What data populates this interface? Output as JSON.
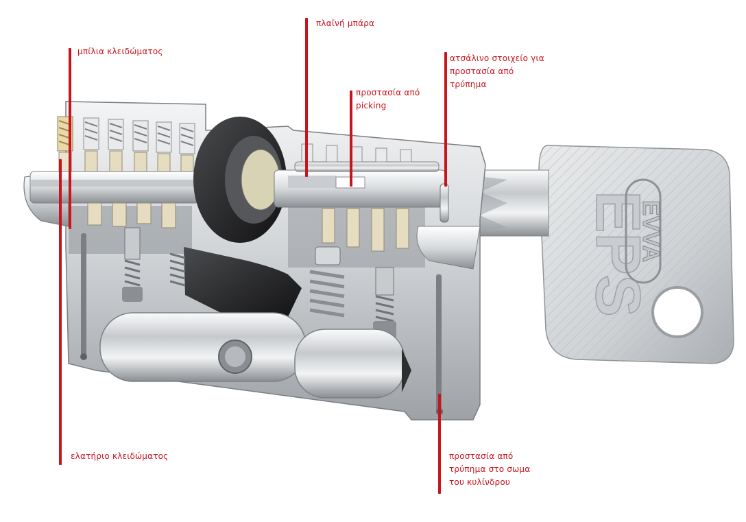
{
  "diagram": {
    "key_brand_vertical": "EPS",
    "key_brand_badge": "EVVA"
  },
  "callouts": [
    {
      "id": "lock-balls",
      "text": "μπίλια κλειδώματος"
    },
    {
      "id": "side-bar",
      "text": "πλαϊνή μπάρα"
    },
    {
      "id": "steel-insert",
      "text": "ατσάλινο στοιχείο για\nπροστασία από\nτρύπημα"
    },
    {
      "id": "anti-pick",
      "text": "προστασία από\npicking"
    },
    {
      "id": "lock-spring",
      "text": "ελατήριο κλειδώματος"
    },
    {
      "id": "body-protect",
      "text": "προστασία από\nτρύπημα στο σωμα\nτου κυλίνδρου"
    }
  ],
  "colors": {
    "callout": "#c8141c",
    "metal_light": "#e4e6e8",
    "metal_mid": "#b9bcc0",
    "metal_dark": "#6f7377",
    "cam": "#2a2a2c",
    "brass": "#e6dcc0"
  }
}
